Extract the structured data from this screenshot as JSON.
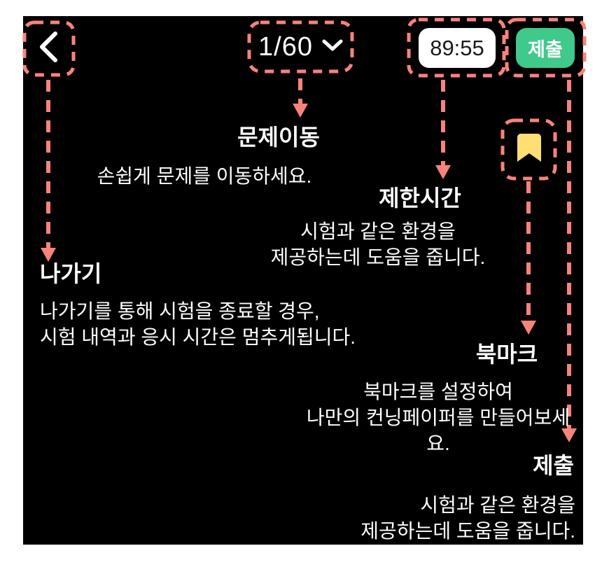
{
  "colors": {
    "panel_background": "#000000",
    "annotation_dash": "#F8837B",
    "submit_green": "#3FC98A",
    "bookmark_yellow": "#FFDF73",
    "timer_background": "#FFFFFF",
    "timer_text": "#1B1B1B",
    "text": "#FFFFFF"
  },
  "toolbar": {
    "back_icon": "chevron-left-icon",
    "question_nav": {
      "label": "1/60",
      "icon": "chevron-down-icon"
    },
    "timer": {
      "value": "89:55"
    },
    "submit_button": {
      "label": "제출"
    },
    "bookmark_icon": "bookmark-icon"
  },
  "callouts": {
    "question_nav": {
      "title": "문제이동",
      "body": "손쉽게 문제를 이동하세요."
    },
    "time_limit": {
      "title": "제한시간",
      "body": "시험과 같은 환경을\n제공하는데 도움을 줍니다."
    },
    "exit": {
      "title": "나가기",
      "body": "나가기를 통해 시험을 종료할 경우,\n시험 내역과 응시 시간은 멈추게됩니다."
    },
    "bookmark": {
      "title": "북마크",
      "body": "북마크를 설정하여\n나만의 컨닝페이퍼를 만들어보세요."
    },
    "submit": {
      "title": "제출",
      "body": "시험과 같은 환경을\n제공하는데 도움을 줍니다."
    }
  }
}
